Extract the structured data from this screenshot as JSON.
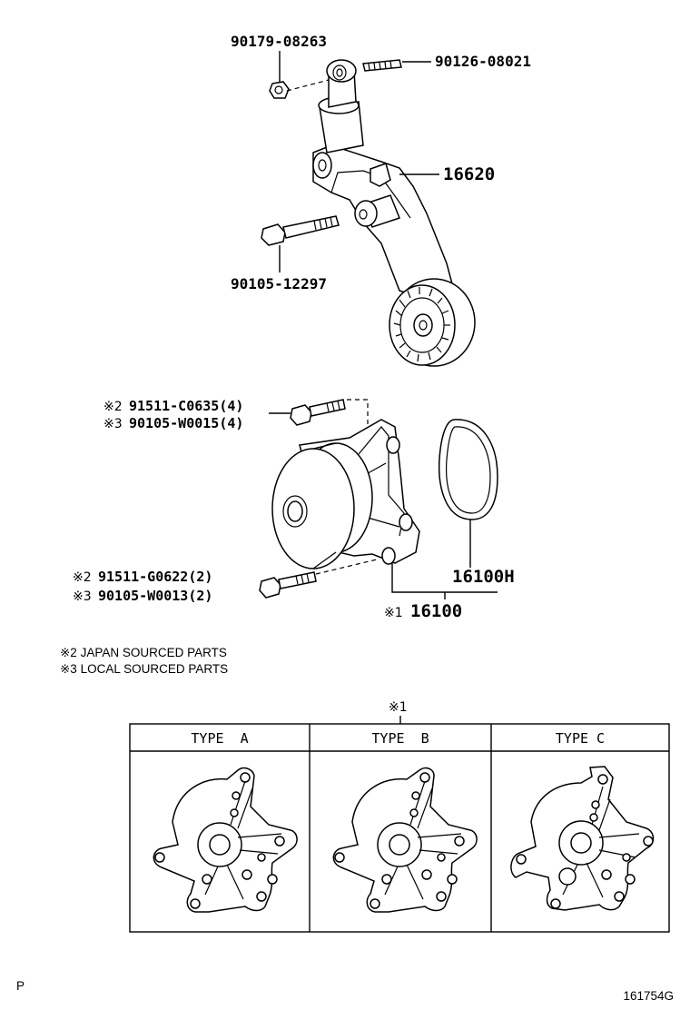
{
  "parts": {
    "nut": "90179-08263",
    "stud": "90126-08021",
    "tensioner": "16620",
    "bolt_tensioner": "90105-12297",
    "bolt_pump_top_1": "91511-C0635(4)",
    "bolt_pump_top_2": "90105-W0015(4)",
    "bolt_pump_bottom_1": "91511-G0622(2)",
    "bolt_pump_bottom_2": "90105-W0013(2)",
    "gasket": "16100H",
    "water_pump": "16100"
  },
  "marks": {
    "m1": "※1",
    "m2": "※2",
    "m3": "※3"
  },
  "notes": {
    "japan": "※2 JAPAN SOURCED PARTS",
    "local": "※3 LOCAL SOURCED PARTS"
  },
  "table": {
    "ref": "※1",
    "types": [
      "TYPE  A",
      "TYPE  B",
      "TYPE C"
    ]
  },
  "footer": {
    "left": "P",
    "right": "161754G"
  }
}
